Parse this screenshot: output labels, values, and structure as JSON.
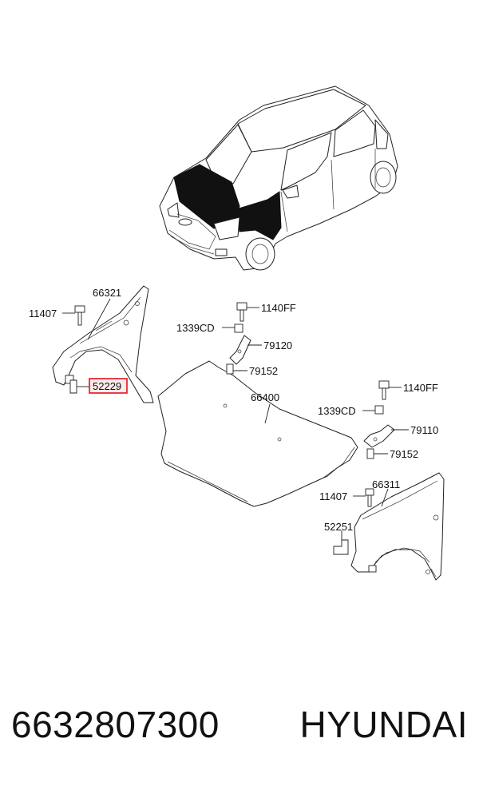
{
  "labels": {
    "left_fender": "66321",
    "left_bolt": "11407",
    "left_bracket": "52229",
    "hood": "66400",
    "hinge_bolt_top": "1140FF",
    "hinge_nut_top": "1339CD",
    "hinge_top": "79120",
    "hinge_screw_top": "79152",
    "hinge_bolt_bottom": "1140FF",
    "hinge_nut_bottom": "1339CD",
    "hinge_bottom": "79110",
    "hinge_screw_bottom": "79152",
    "right_fender": "66311",
    "right_bolt": "11407",
    "right_bracket": "52251"
  },
  "highlight_color": "#e0141e",
  "footer": {
    "part_number": "6632807300",
    "brand": "HYUNDAI"
  }
}
